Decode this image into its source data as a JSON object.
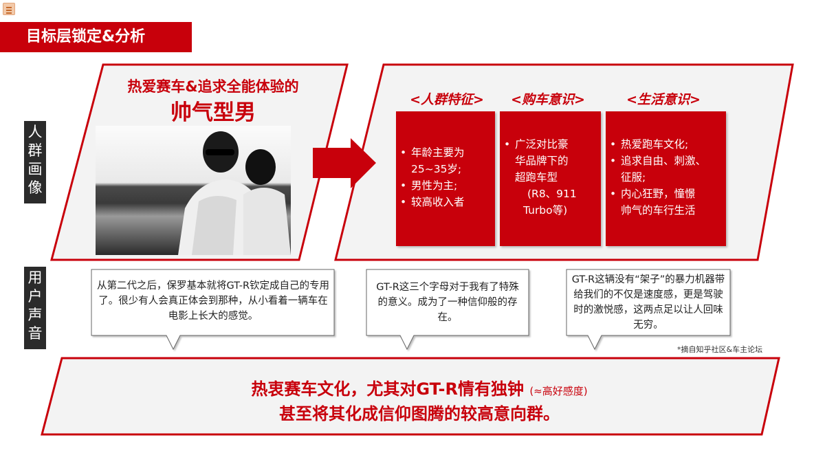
{
  "page_title": "目标层锁定&分析",
  "side_labels": {
    "persona": "人\n群\n画\n像",
    "voice": "用\n户\n声\n音"
  },
  "persona": {
    "headline_line1": "热爱赛车&追求全能体验的",
    "headline_line2": "帅气型男"
  },
  "columns": [
    {
      "title": "<人群特征>",
      "items": [
        "年龄主要为",
        "25~35岁;",
        "男性为主;",
        "较高收入者"
      ]
    },
    {
      "title": "<购车意识>",
      "items": [
        "广泛对比豪",
        "华品牌下的",
        "超跑车型",
        "(R8、911",
        "Turbo等)"
      ]
    },
    {
      "title": "<生活意识>",
      "items": [
        "热爱跑车文化;",
        "追求自由、刺激、",
        "征服;",
        "内心狂野，憧憬",
        "帅气的车行生活"
      ]
    }
  ],
  "quotes": [
    "从第二代之后，保罗基本就将GT-R钦定成自己的专用了。很少有人会真正体会到那种，从小看着一辆车在电影上长大的感觉。",
    "GT-R这三个字母对于我有了特殊的意义。成为了一种信仰般的存在。",
    "GT-R这辆没有“架子”的暴力机器带给我们的不仅是速度感，更是驾驶时的激悦感，这两点足以让人回味无穷。"
  ],
  "source_note": "*摘自知乎社区&车主论坛",
  "conclusion": {
    "line1": "热衷赛车文化，尤其对GT-R情有独钟",
    "line1_note": "(≈高好感度)",
    "line2": "甚至将其化成信仰图腾的较高意向群。"
  },
  "colors": {
    "accent_red": "#c8000b",
    "panel_bg": "#f3f3f3",
    "label_bg": "#2b2b2b"
  }
}
